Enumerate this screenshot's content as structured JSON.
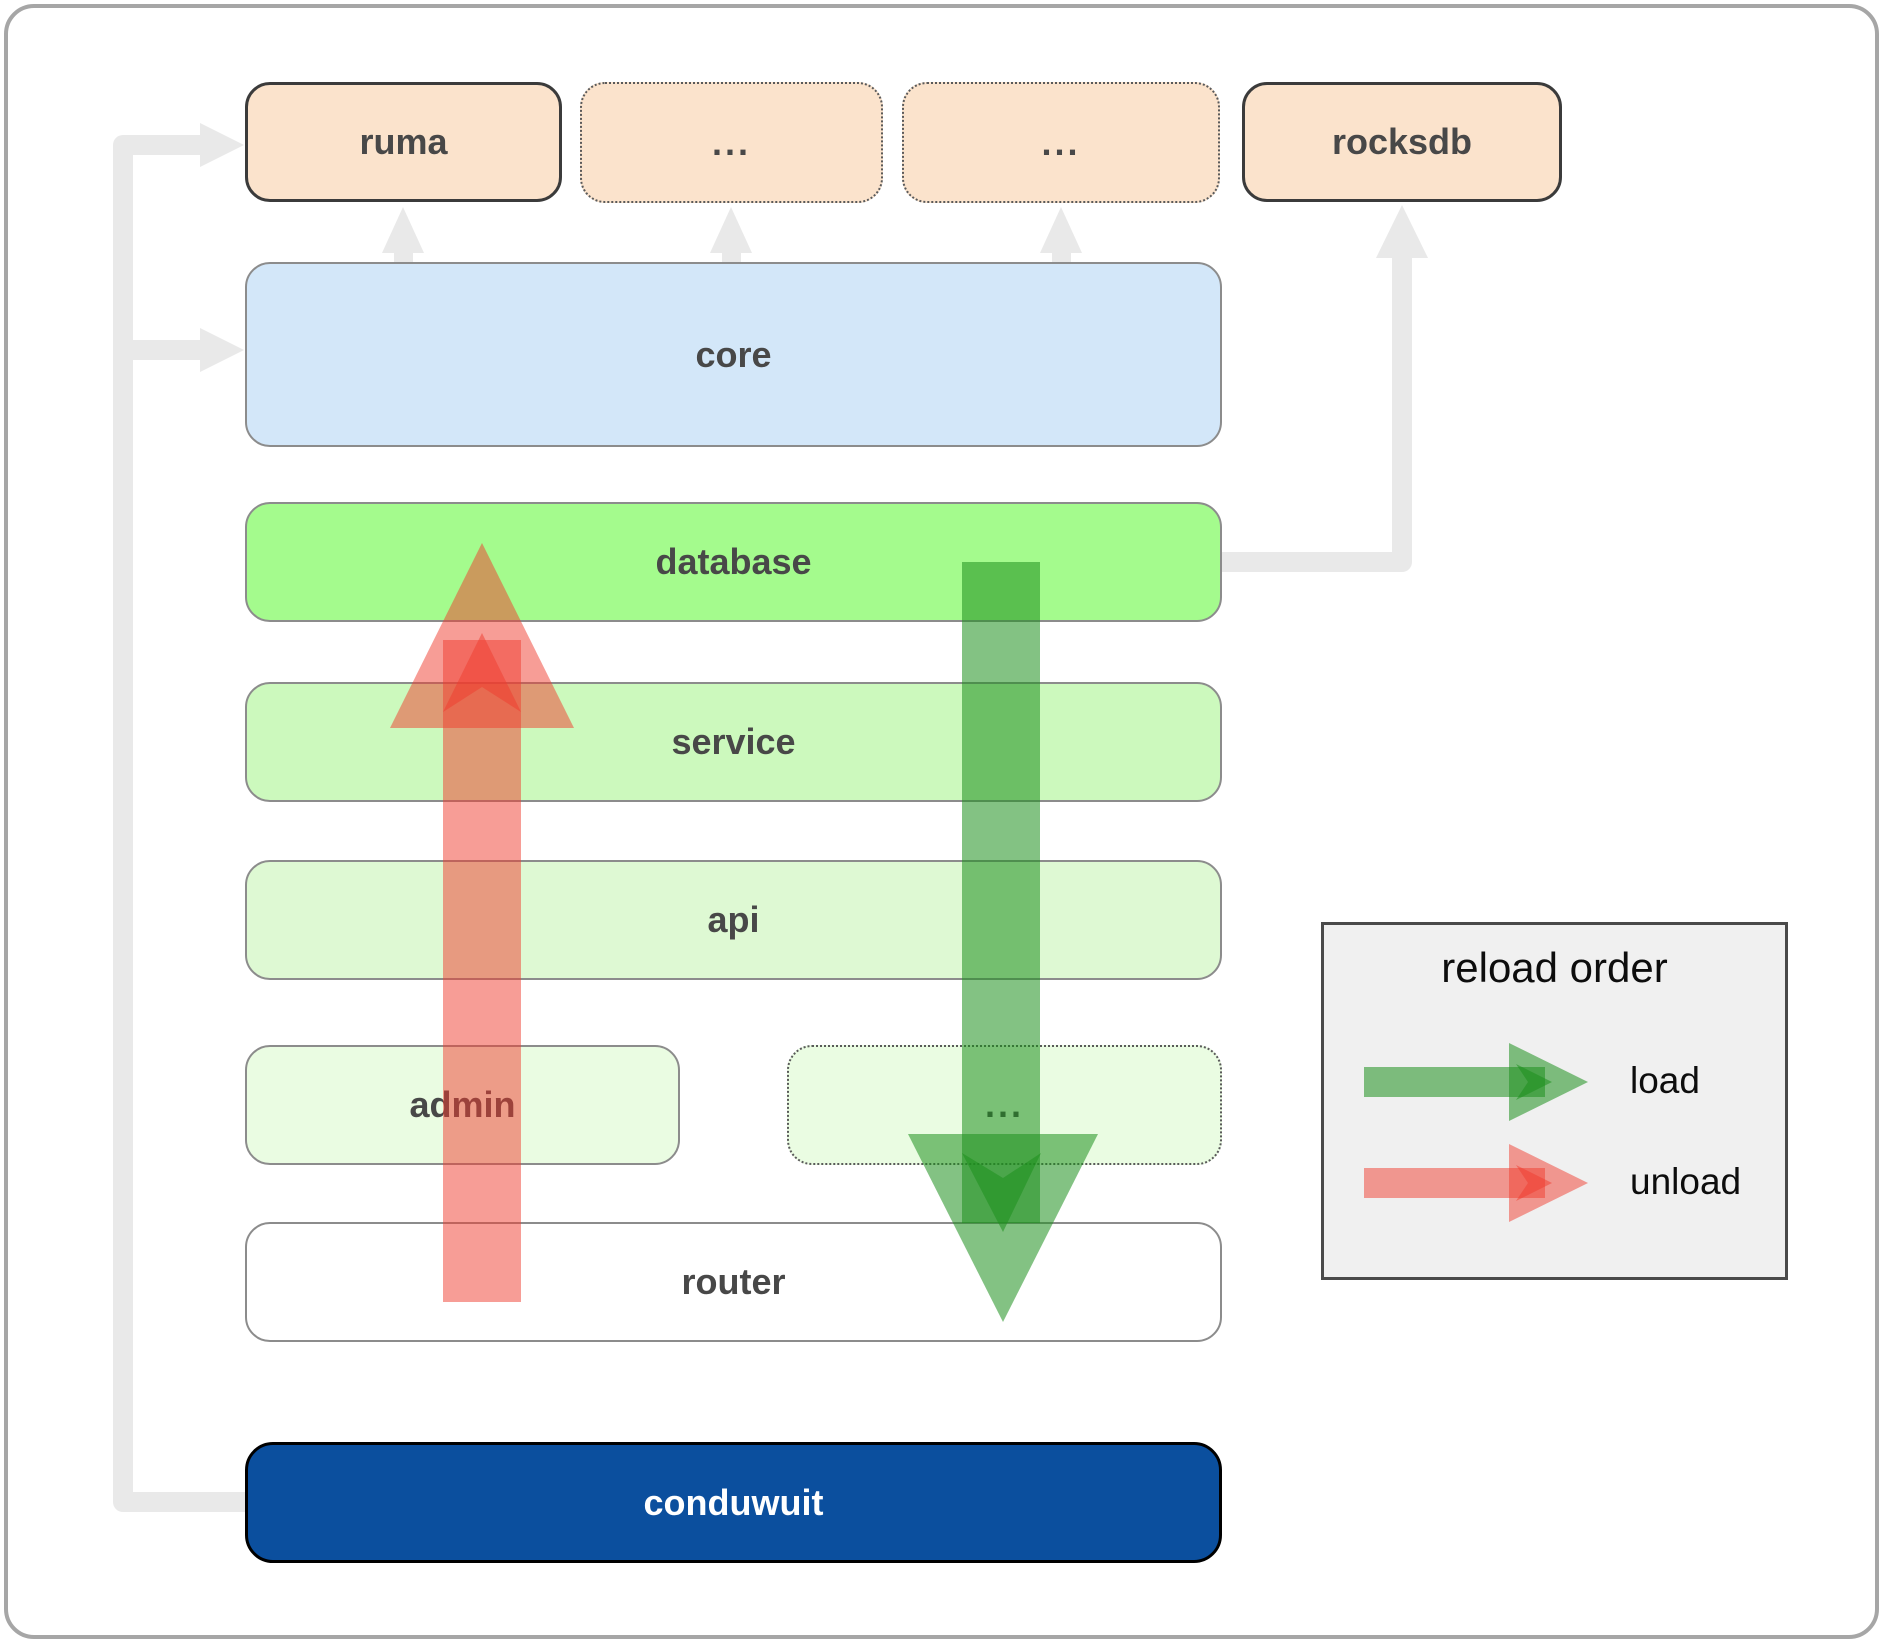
{
  "boxes": {
    "ruma": "ruma",
    "ellipsis_top_1": "...",
    "ellipsis_top_2": "...",
    "rocksdb": "rocksdb",
    "core": "core",
    "database": "database",
    "service": "service",
    "api": "api",
    "admin": "admin",
    "admin_ellipsis": "...",
    "router": "router",
    "conduwuit": "conduwuit"
  },
  "legend": {
    "title": "reload order",
    "load_label": "load",
    "unload_label": "unload"
  },
  "colors": {
    "peach_fill": "#fbe3cc",
    "core_blue_fill": "#d3e7f9",
    "database_fill": "#a4fb8d",
    "service_fill": "#ccf9bd",
    "api_fill": "#def9d3",
    "admin_fill": "#eafce2",
    "router_fill": "#ffffff",
    "conduwuit_fill": "#0b4f9e",
    "connector_gray": "#e9e9e9",
    "load_arrow_green": "#1e8f1e",
    "unload_arrow_red": "#ef3b2d",
    "label_color": "#484848",
    "legend_background": "#f0f0f0"
  }
}
